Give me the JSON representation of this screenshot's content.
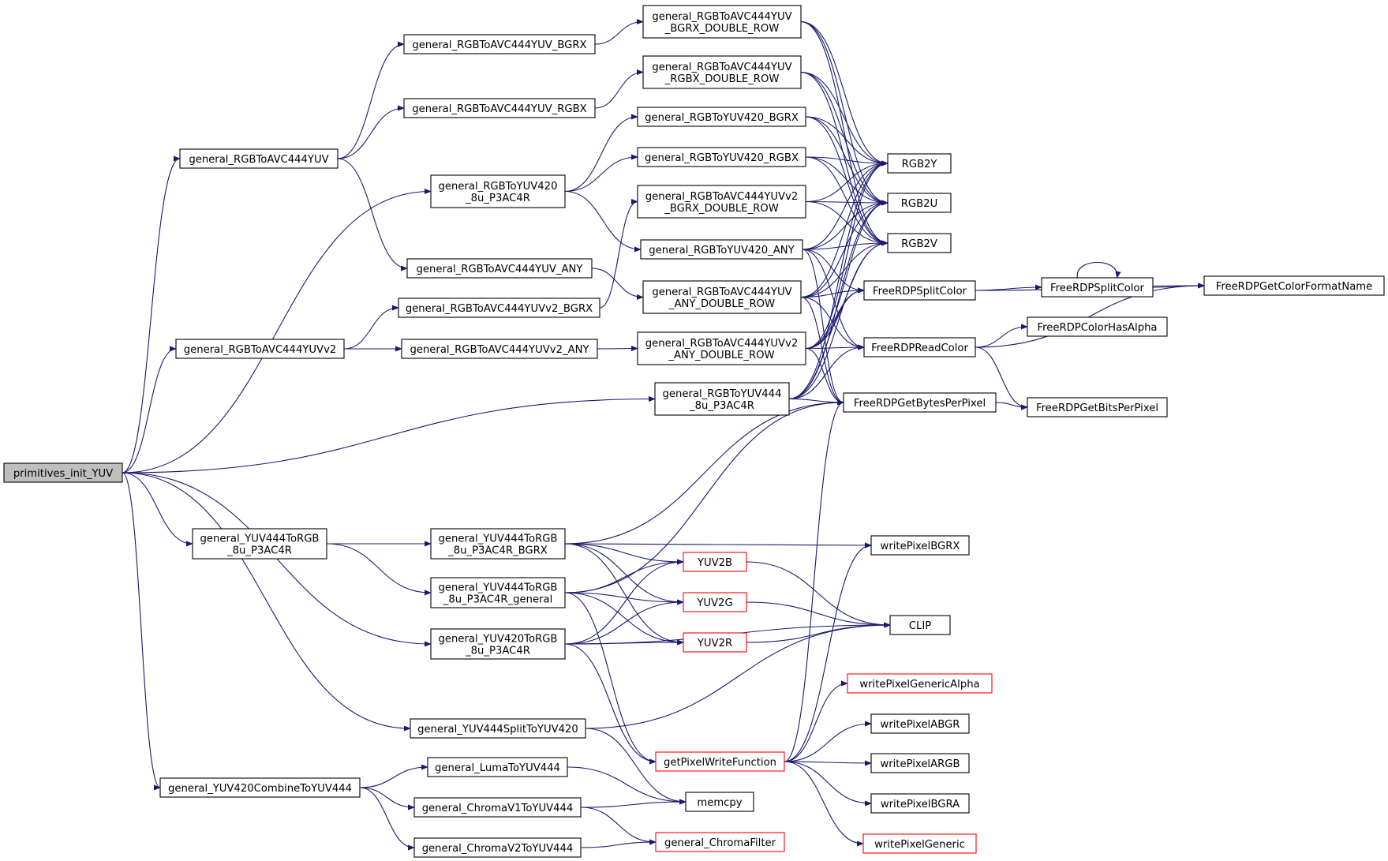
{
  "graph": {
    "colors": {
      "edge": "#191970",
      "node_border": "#000000",
      "node_border_truncated": "#ff0000",
      "node_fill": "#ffffff",
      "root_fill": "#bfbfbf",
      "text": "#000000"
    },
    "nodes": [
      {
        "id": "primitives_init_YUV",
        "lines": [
          "primitives_init_YUV"
        ],
        "root": true
      },
      {
        "id": "general_RGBToAVC444YUV",
        "lines": [
          "general_RGBToAVC444YUV"
        ]
      },
      {
        "id": "general_RGBToAVC444YUVv2",
        "lines": [
          "general_RGBToAVC444YUVv2"
        ]
      },
      {
        "id": "general_YUV444ToRGB_8u_P3AC4R",
        "lines": [
          "general_YUV444ToRGB",
          "_8u_P3AC4R"
        ]
      },
      {
        "id": "general_YUV420CombineToYUV444",
        "lines": [
          "general_YUV420CombineToYUV444"
        ]
      },
      {
        "id": "general_RGBToAVC444YUV_BGRX",
        "lines": [
          "general_RGBToAVC444YUV_BGRX"
        ]
      },
      {
        "id": "general_RGBToAVC444YUV_RGBX",
        "lines": [
          "general_RGBToAVC444YUV_RGBX"
        ]
      },
      {
        "id": "general_RGBToYUV420_8u_P3AC4R",
        "lines": [
          "general_RGBToYUV420",
          "_8u_P3AC4R"
        ]
      },
      {
        "id": "general_RGBToAVC444YUV_ANY",
        "lines": [
          "general_RGBToAVC444YUV_ANY"
        ]
      },
      {
        "id": "general_RGBToAVC444YUVv2_BGRX",
        "lines": [
          "general_RGBToAVC444YUVv2_BGRX"
        ]
      },
      {
        "id": "general_RGBToAVC444YUVv2_ANY",
        "lines": [
          "general_RGBToAVC444YUVv2_ANY"
        ]
      },
      {
        "id": "general_YUV444ToRGB_8u_P3AC4R_BGRX",
        "lines": [
          "general_YUV444ToRGB",
          "_8u_P3AC4R_BGRX"
        ]
      },
      {
        "id": "general_YUV444ToRGB_8u_P3AC4R_general",
        "lines": [
          "general_YUV444ToRGB",
          "_8u_P3AC4R_general"
        ]
      },
      {
        "id": "general_YUV420ToRGB_8u_P3AC4R",
        "lines": [
          "general_YUV420ToRGB",
          "_8u_P3AC4R"
        ]
      },
      {
        "id": "general_YUV444SplitToYUV420",
        "lines": [
          "general_YUV444SplitToYUV420"
        ]
      },
      {
        "id": "general_LumaToYUV444",
        "lines": [
          "general_LumaToYUV444"
        ]
      },
      {
        "id": "general_ChromaV1ToYUV444",
        "lines": [
          "general_ChromaV1ToYUV444"
        ]
      },
      {
        "id": "general_ChromaV2ToYUV444",
        "lines": [
          "general_ChromaV2ToYUV444"
        ]
      },
      {
        "id": "general_RGBToAVC444YUV_BGRX_DOUBLE_ROW",
        "lines": [
          "general_RGBToAVC444YUV",
          "_BGRX_DOUBLE_ROW"
        ]
      },
      {
        "id": "general_RGBToAVC444YUV_RGBX_DOUBLE_ROW",
        "lines": [
          "general_RGBToAVC444YUV",
          "_RGBX_DOUBLE_ROW"
        ]
      },
      {
        "id": "general_RGBToYUV420_BGRX",
        "lines": [
          "general_RGBToYUV420_BGRX"
        ]
      },
      {
        "id": "general_RGBToYUV420_RGBX",
        "lines": [
          "general_RGBToYUV420_RGBX"
        ]
      },
      {
        "id": "general_RGBToAVC444YUVv2_BGRX_DOUBLE_ROW",
        "lines": [
          "general_RGBToAVC444YUVv2",
          "_BGRX_DOUBLE_ROW"
        ]
      },
      {
        "id": "general_RGBToYUV420_ANY",
        "lines": [
          "general_RGBToYUV420_ANY"
        ]
      },
      {
        "id": "general_RGBToAVC444YUV_ANY_DOUBLE_ROW",
        "lines": [
          "general_RGBToAVC444YUV",
          "_ANY_DOUBLE_ROW"
        ]
      },
      {
        "id": "general_RGBToAVC444YUVv2_ANY_DOUBLE_ROW",
        "lines": [
          "general_RGBToAVC444YUVv2",
          "_ANY_DOUBLE_ROW"
        ]
      },
      {
        "id": "general_RGBToYUV444_8u_P3AC4R",
        "lines": [
          "general_RGBToYUV444",
          "_8u_P3AC4R"
        ]
      },
      {
        "id": "YUV2B",
        "lines": [
          "YUV2B"
        ],
        "truncated": true
      },
      {
        "id": "YUV2G",
        "lines": [
          "YUV2G"
        ],
        "truncated": true
      },
      {
        "id": "YUV2R",
        "lines": [
          "YUV2R"
        ],
        "truncated": true
      },
      {
        "id": "getPixelWriteFunction",
        "lines": [
          "getPixelWriteFunction"
        ],
        "truncated": true
      },
      {
        "id": "memcpy",
        "lines": [
          "memcpy"
        ]
      },
      {
        "id": "general_ChromaFilter",
        "lines": [
          "general_ChromaFilter"
        ],
        "truncated": true
      },
      {
        "id": "RGB2Y",
        "lines": [
          "RGB2Y"
        ]
      },
      {
        "id": "RGB2U",
        "lines": [
          "RGB2U"
        ]
      },
      {
        "id": "RGB2V",
        "lines": [
          "RGB2V"
        ]
      },
      {
        "id": "FreeRDPSplitColor_1",
        "lines": [
          "FreeRDPSplitColor"
        ]
      },
      {
        "id": "FreeRDPReadColor",
        "lines": [
          "FreeRDPReadColor"
        ]
      },
      {
        "id": "FreeRDPGetBytesPerPixel",
        "lines": [
          "FreeRDPGetBytesPerPixel"
        ]
      },
      {
        "id": "writePixelBGRX",
        "lines": [
          "writePixelBGRX"
        ]
      },
      {
        "id": "CLIP",
        "lines": [
          "CLIP"
        ]
      },
      {
        "id": "writePixelGenericAlpha",
        "lines": [
          "writePixelGenericAlpha"
        ],
        "truncated": true
      },
      {
        "id": "writePixelABGR",
        "lines": [
          "writePixelABGR"
        ]
      },
      {
        "id": "writePixelARGB",
        "lines": [
          "writePixelARGB"
        ]
      },
      {
        "id": "writePixelBGRA",
        "lines": [
          "writePixelBGRA"
        ]
      },
      {
        "id": "writePixelGeneric",
        "lines": [
          "writePixelGeneric"
        ],
        "truncated": true
      },
      {
        "id": "FreeRDPSplitColor_2",
        "lines": [
          "FreeRDPSplitColor"
        ]
      },
      {
        "id": "FreeRDPColorHasAlpha",
        "lines": [
          "FreeRDPColorHasAlpha"
        ]
      },
      {
        "id": "FreeRDPGetBitsPerPixel",
        "lines": [
          "FreeRDPGetBitsPerPixel"
        ]
      },
      {
        "id": "FreeRDPGetColorFormatName",
        "lines": [
          "FreeRDPGetColorFormatName"
        ]
      }
    ],
    "edges": [
      [
        "primitives_init_YUV",
        "general_RGBToAVC444YUV"
      ],
      [
        "primitives_init_YUV",
        "general_RGBToYUV420_8u_P3AC4R"
      ],
      [
        "primitives_init_YUV",
        "general_RGBToAVC444YUVv2"
      ],
      [
        "primitives_init_YUV",
        "general_RGBToYUV444_8u_P3AC4R"
      ],
      [
        "primitives_init_YUV",
        "general_YUV444ToRGB_8u_P3AC4R"
      ],
      [
        "primitives_init_YUV",
        "general_YUV420ToRGB_8u_P3AC4R"
      ],
      [
        "primitives_init_YUV",
        "general_YUV444SplitToYUV420"
      ],
      [
        "primitives_init_YUV",
        "general_YUV420CombineToYUV444"
      ],
      [
        "general_RGBToAVC444YUV",
        "general_RGBToAVC444YUV_BGRX"
      ],
      [
        "general_RGBToAVC444YUV",
        "general_RGBToAVC444YUV_RGBX"
      ],
      [
        "general_RGBToAVC444YUV",
        "general_RGBToAVC444YUV_ANY"
      ],
      [
        "general_RGBToAVC444YUV_BGRX",
        "general_RGBToAVC444YUV_BGRX_DOUBLE_ROW"
      ],
      [
        "general_RGBToAVC444YUV_RGBX",
        "general_RGBToAVC444YUV_RGBX_DOUBLE_ROW"
      ],
      [
        "general_RGBToAVC444YUV_ANY",
        "general_RGBToAVC444YUV_ANY_DOUBLE_ROW"
      ],
      [
        "general_RGBToAVC444YUVv2",
        "general_RGBToAVC444YUVv2_BGRX"
      ],
      [
        "general_RGBToAVC444YUVv2",
        "general_RGBToAVC444YUVv2_ANY"
      ],
      [
        "general_RGBToAVC444YUVv2_BGRX",
        "general_RGBToAVC444YUVv2_BGRX_DOUBLE_ROW"
      ],
      [
        "general_RGBToAVC444YUVv2_ANY",
        "general_RGBToAVC444YUVv2_ANY_DOUBLE_ROW"
      ],
      [
        "general_RGBToYUV420_8u_P3AC4R",
        "general_RGBToYUV420_BGRX"
      ],
      [
        "general_RGBToYUV420_8u_P3AC4R",
        "general_RGBToYUV420_RGBX"
      ],
      [
        "general_RGBToYUV420_8u_P3AC4R",
        "general_RGBToYUV420_ANY"
      ],
      [
        "general_RGBToAVC444YUV_BGRX_DOUBLE_ROW",
        "RGB2Y"
      ],
      [
        "general_RGBToAVC444YUV_BGRX_DOUBLE_ROW",
        "RGB2U"
      ],
      [
        "general_RGBToAVC444YUV_BGRX_DOUBLE_ROW",
        "RGB2V"
      ],
      [
        "general_RGBToAVC444YUV_RGBX_DOUBLE_ROW",
        "RGB2Y"
      ],
      [
        "general_RGBToAVC444YUV_RGBX_DOUBLE_ROW",
        "RGB2U"
      ],
      [
        "general_RGBToAVC444YUV_RGBX_DOUBLE_ROW",
        "RGB2V"
      ],
      [
        "general_RGBToYUV420_BGRX",
        "RGB2Y"
      ],
      [
        "general_RGBToYUV420_BGRX",
        "RGB2U"
      ],
      [
        "general_RGBToYUV420_BGRX",
        "RGB2V"
      ],
      [
        "general_RGBToYUV420_RGBX",
        "RGB2Y"
      ],
      [
        "general_RGBToYUV420_RGBX",
        "RGB2U"
      ],
      [
        "general_RGBToYUV420_RGBX",
        "RGB2V"
      ],
      [
        "general_RGBToAVC444YUVv2_BGRX_DOUBLE_ROW",
        "RGB2Y"
      ],
      [
        "general_RGBToAVC444YUVv2_BGRX_DOUBLE_ROW",
        "RGB2U"
      ],
      [
        "general_RGBToAVC444YUVv2_BGRX_DOUBLE_ROW",
        "RGB2V"
      ],
      [
        "general_RGBToYUV420_ANY",
        "RGB2Y"
      ],
      [
        "general_RGBToYUV420_ANY",
        "RGB2U"
      ],
      [
        "general_RGBToYUV420_ANY",
        "RGB2V"
      ],
      [
        "general_RGBToYUV420_ANY",
        "FreeRDPSplitColor_1"
      ],
      [
        "general_RGBToYUV420_ANY",
        "FreeRDPReadColor"
      ],
      [
        "general_RGBToYUV420_ANY",
        "FreeRDPGetBytesPerPixel"
      ],
      [
        "general_RGBToAVC444YUV_ANY_DOUBLE_ROW",
        "RGB2Y"
      ],
      [
        "general_RGBToAVC444YUV_ANY_DOUBLE_ROW",
        "RGB2U"
      ],
      [
        "general_RGBToAVC444YUV_ANY_DOUBLE_ROW",
        "RGB2V"
      ],
      [
        "general_RGBToAVC444YUV_ANY_DOUBLE_ROW",
        "FreeRDPSplitColor_1"
      ],
      [
        "general_RGBToAVC444YUV_ANY_DOUBLE_ROW",
        "FreeRDPReadColor"
      ],
      [
        "general_RGBToAVC444YUV_ANY_DOUBLE_ROW",
        "FreeRDPGetBytesPerPixel"
      ],
      [
        "general_RGBToAVC444YUVv2_ANY_DOUBLE_ROW",
        "RGB2Y"
      ],
      [
        "general_RGBToAVC444YUVv2_ANY_DOUBLE_ROW",
        "RGB2U"
      ],
      [
        "general_RGBToAVC444YUVv2_ANY_DOUBLE_ROW",
        "RGB2V"
      ],
      [
        "general_RGBToAVC444YUVv2_ANY_DOUBLE_ROW",
        "FreeRDPSplitColor_1"
      ],
      [
        "general_RGBToAVC444YUVv2_ANY_DOUBLE_ROW",
        "FreeRDPReadColor"
      ],
      [
        "general_RGBToAVC444YUVv2_ANY_DOUBLE_ROW",
        "FreeRDPGetBytesPerPixel"
      ],
      [
        "general_RGBToYUV444_8u_P3AC4R",
        "RGB2Y"
      ],
      [
        "general_RGBToYUV444_8u_P3AC4R",
        "RGB2U"
      ],
      [
        "general_RGBToYUV444_8u_P3AC4R",
        "RGB2V"
      ],
      [
        "general_RGBToYUV444_8u_P3AC4R",
        "FreeRDPSplitColor_1"
      ],
      [
        "general_RGBToYUV444_8u_P3AC4R",
        "FreeRDPReadColor"
      ],
      [
        "general_RGBToYUV444_8u_P3AC4R",
        "FreeRDPGetBytesPerPixel"
      ],
      [
        "FreeRDPSplitColor_1",
        "FreeRDPSplitColor_2"
      ],
      [
        "FreeRDPSplitColor_1",
        "FreeRDPGetColorFormatName"
      ],
      [
        "FreeRDPSplitColor_2",
        "FreeRDPSplitColor_2"
      ],
      [
        "FreeRDPSplitColor_2",
        "FreeRDPGetColorFormatName"
      ],
      [
        "FreeRDPReadColor",
        "FreeRDPColorHasAlpha"
      ],
      [
        "FreeRDPReadColor",
        "FreeRDPGetColorFormatName"
      ],
      [
        "FreeRDPReadColor",
        "FreeRDPGetBitsPerPixel"
      ],
      [
        "FreeRDPGetBytesPerPixel",
        "FreeRDPGetBitsPerPixel"
      ],
      [
        "general_YUV444ToRGB_8u_P3AC4R",
        "general_YUV444ToRGB_8u_P3AC4R_BGRX"
      ],
      [
        "general_YUV444ToRGB_8u_P3AC4R",
        "general_YUV444ToRGB_8u_P3AC4R_general"
      ],
      [
        "general_YUV444ToRGB_8u_P3AC4R_BGRX",
        "FreeRDPGetBytesPerPixel"
      ],
      [
        "general_YUV444ToRGB_8u_P3AC4R_BGRX",
        "writePixelBGRX"
      ],
      [
        "general_YUV444ToRGB_8u_P3AC4R_BGRX",
        "YUV2B"
      ],
      [
        "general_YUV444ToRGB_8u_P3AC4R_BGRX",
        "YUV2G"
      ],
      [
        "general_YUV444ToRGB_8u_P3AC4R_BGRX",
        "YUV2R"
      ],
      [
        "general_YUV444ToRGB_8u_P3AC4R_general",
        "FreeRDPGetBytesPerPixel"
      ],
      [
        "general_YUV444ToRGB_8u_P3AC4R_general",
        "YUV2B"
      ],
      [
        "general_YUV444ToRGB_8u_P3AC4R_general",
        "YUV2G"
      ],
      [
        "general_YUV444ToRGB_8u_P3AC4R_general",
        "YUV2R"
      ],
      [
        "general_YUV444ToRGB_8u_P3AC4R_general",
        "getPixelWriteFunction"
      ],
      [
        "general_YUV420ToRGB_8u_P3AC4R",
        "YUV2B"
      ],
      [
        "general_YUV420ToRGB_8u_P3AC4R",
        "YUV2G"
      ],
      [
        "general_YUV420ToRGB_8u_P3AC4R",
        "YUV2R"
      ],
      [
        "general_YUV420ToRGB_8u_P3AC4R",
        "CLIP"
      ],
      [
        "general_YUV420ToRGB_8u_P3AC4R",
        "getPixelWriteFunction"
      ],
      [
        "YUV2B",
        "CLIP"
      ],
      [
        "YUV2G",
        "CLIP"
      ],
      [
        "YUV2R",
        "CLIP"
      ],
      [
        "general_YUV444SplitToYUV420",
        "CLIP"
      ],
      [
        "general_YUV444SplitToYUV420",
        "memcpy"
      ],
      [
        "getPixelWriteFunction",
        "FreeRDPGetBytesPerPixel"
      ],
      [
        "getPixelWriteFunction",
        "writePixelBGRX"
      ],
      [
        "getPixelWriteFunction",
        "writePixelGenericAlpha"
      ],
      [
        "getPixelWriteFunction",
        "writePixelABGR"
      ],
      [
        "getPixelWriteFunction",
        "writePixelARGB"
      ],
      [
        "getPixelWriteFunction",
        "writePixelBGRA"
      ],
      [
        "getPixelWriteFunction",
        "writePixelGeneric"
      ],
      [
        "general_YUV420CombineToYUV444",
        "general_LumaToYUV444"
      ],
      [
        "general_YUV420CombineToYUV444",
        "general_ChromaV1ToYUV444"
      ],
      [
        "general_YUV420CombineToYUV444",
        "general_ChromaV2ToYUV444"
      ],
      [
        "general_LumaToYUV444",
        "memcpy"
      ],
      [
        "general_ChromaV1ToYUV444",
        "memcpy"
      ],
      [
        "general_ChromaV1ToYUV444",
        "general_ChromaFilter"
      ],
      [
        "general_ChromaV2ToYUV444",
        "general_ChromaFilter"
      ]
    ]
  }
}
